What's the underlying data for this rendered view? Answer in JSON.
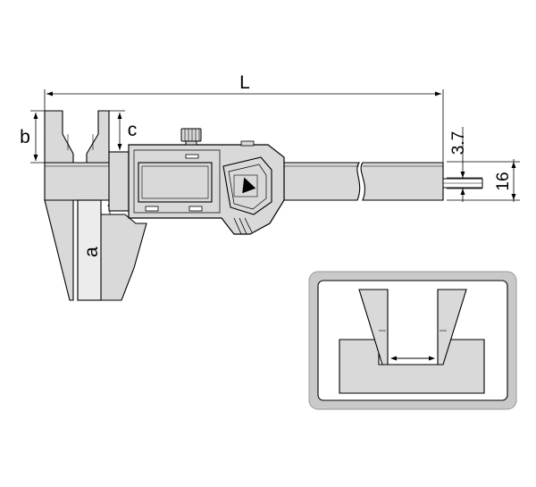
{
  "dimensions": {
    "overall_length": "L",
    "jaw_depth": "b",
    "inside_jaw_depth": "c",
    "outside_jaw_length": "a",
    "depth_rod_width": "3.7",
    "beam_width": "16"
  },
  "colors": {
    "line": "#000000",
    "fill": "#d9d9d9",
    "inset_frame": "#bfbfbf",
    "background": "#ffffff"
  },
  "icons": {
    "display_button": "triangle-up-icon"
  }
}
